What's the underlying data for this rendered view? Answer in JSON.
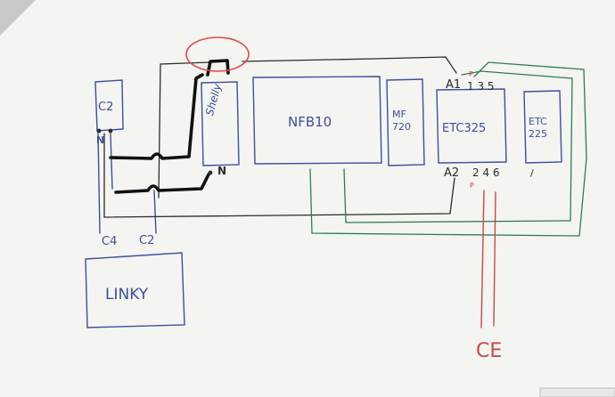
{
  "colors": {
    "paper": "#f4f4f1",
    "blue_ink": "#3d4fa0",
    "dark_ink": "#2b2b2b",
    "green_ink": "#2f7d4f",
    "red_ink": "#c84a4a",
    "marker": "#111111",
    "highlight_circle": "#e0474c"
  },
  "diagram": {
    "boxes": {
      "c2_label": "C2",
      "shelly_label": "Shelly",
      "nfb10_label": "NFB10",
      "mf720_label": "MF\n720",
      "etc325_label": "ETC325",
      "etc225_label": "ETC\n225",
      "linky_label": "LINKY"
    },
    "terminals": {
      "c2_n": "N",
      "shelly_n": "N",
      "a1": "A1",
      "top_numbers": "1 3 5",
      "top_p": "P",
      "a2": "A2",
      "bottom_numbers": "2 4 6",
      "bottom_p": "P",
      "etc225_mark": "/"
    },
    "wire_labels": {
      "c4": "C4",
      "c2": "C2",
      "ce": "CE"
    }
  }
}
